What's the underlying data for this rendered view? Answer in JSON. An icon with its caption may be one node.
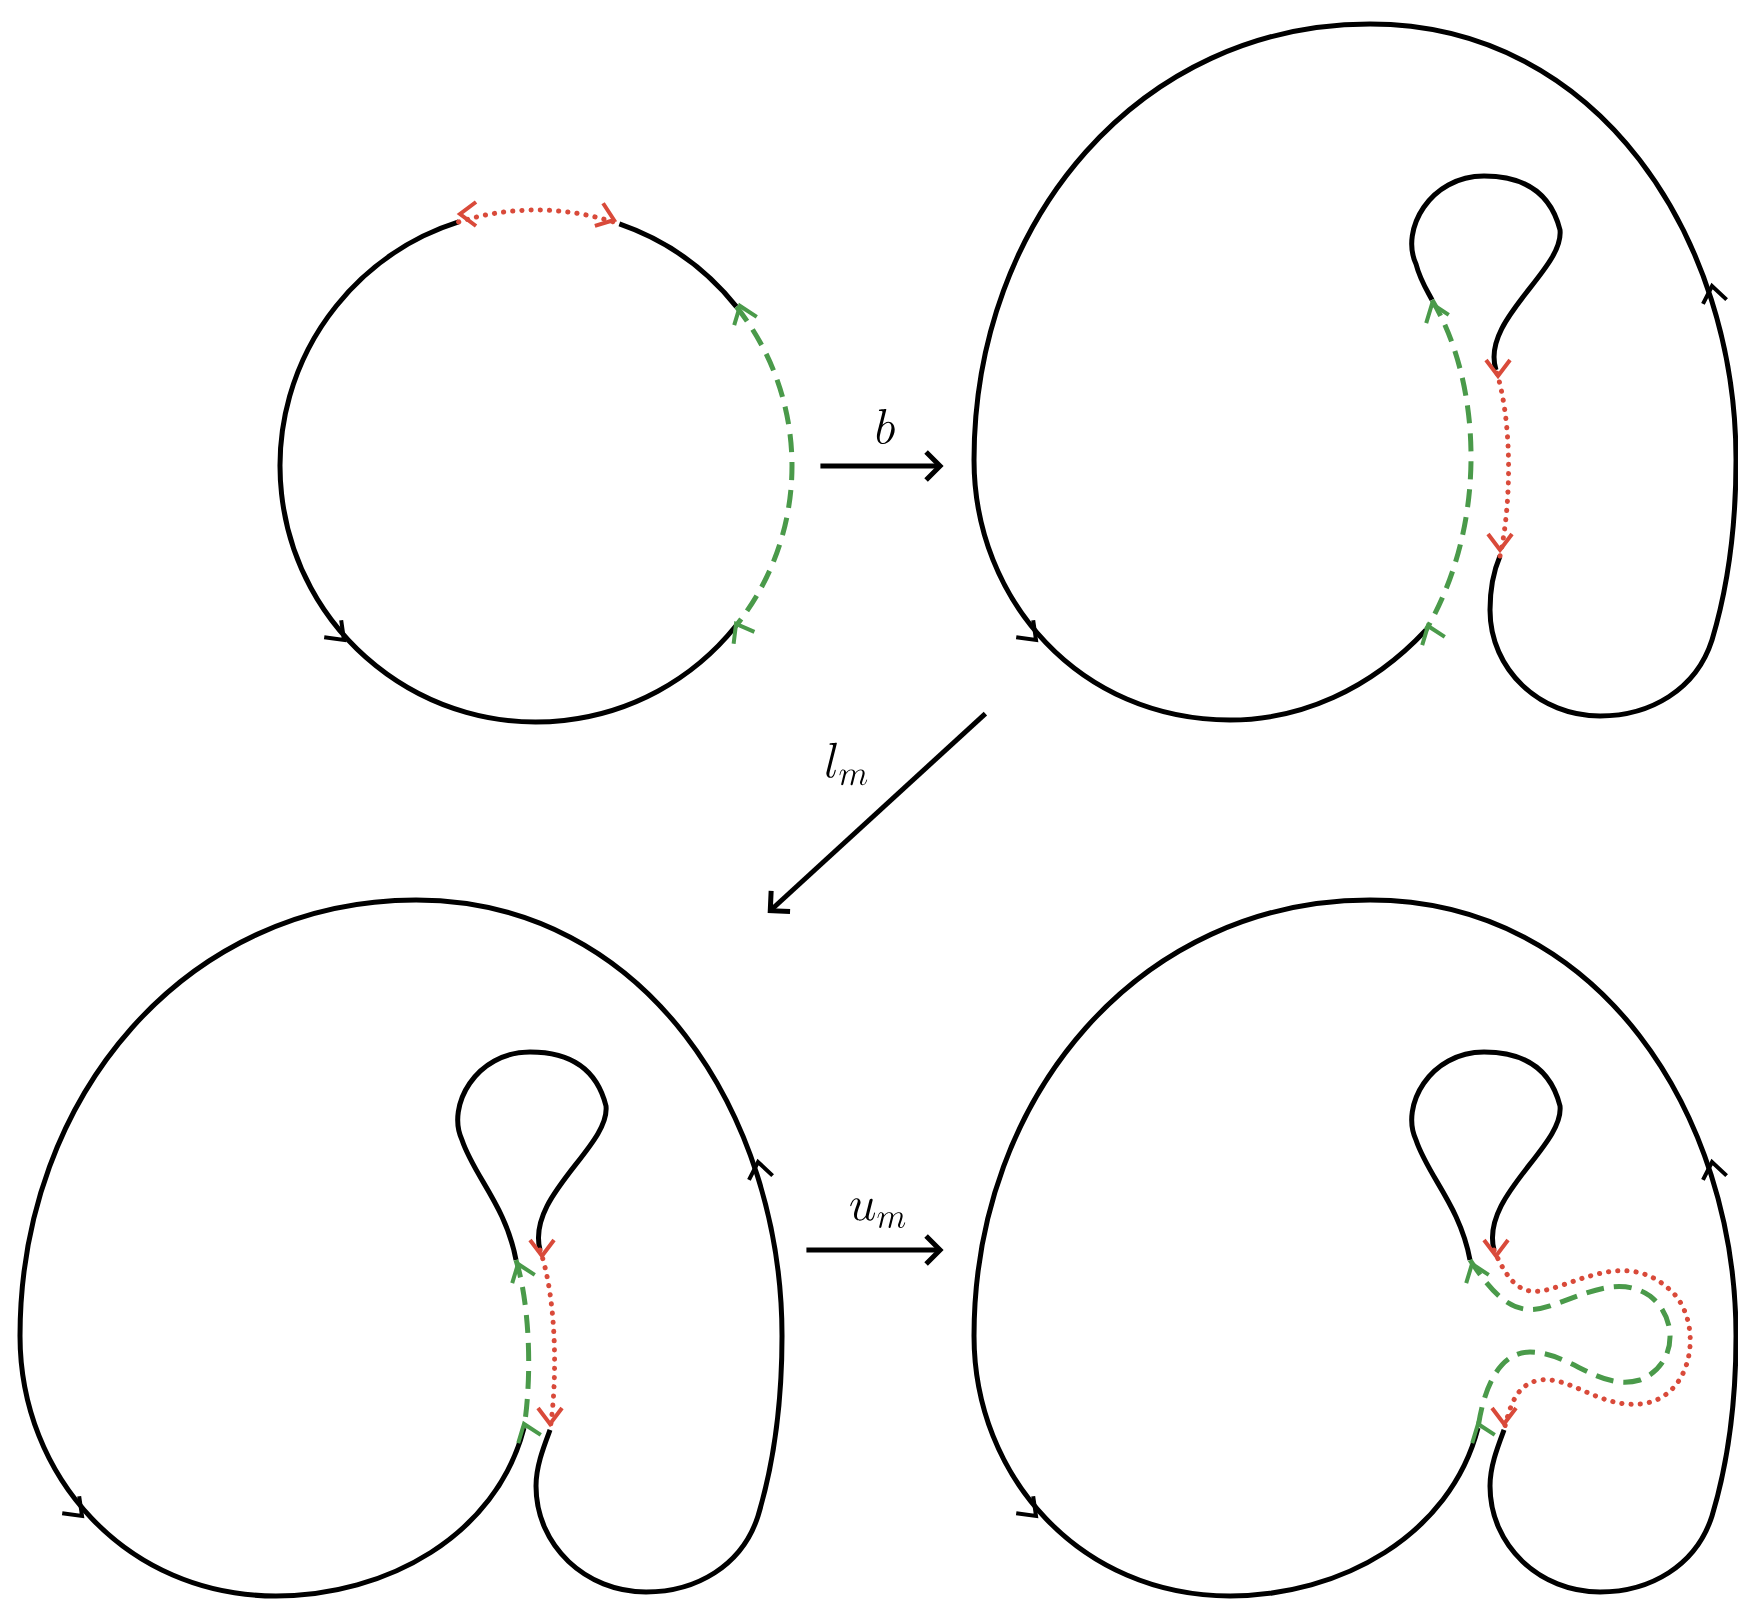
{
  "diagram": {
    "nodes": [
      {
        "text": [],
        "shape": "picture"
      },
      {
        "text": [],
        "shape": "picture"
      },
      {
        "text": [],
        "shape": "picture"
      },
      {
        "text": [],
        "shape": "picture"
      }
    ],
    "edges": [
      {
        "from": 0,
        "to": 1,
        "arrow": "to",
        "label": "b"
      },
      {
        "from": 1,
        "to": 2,
        "arrow": "to",
        "label": "l_m"
      },
      {
        "from": 2,
        "to": 3,
        "arrow": "to",
        "label": "u_m"
      }
    ]
  }
}
